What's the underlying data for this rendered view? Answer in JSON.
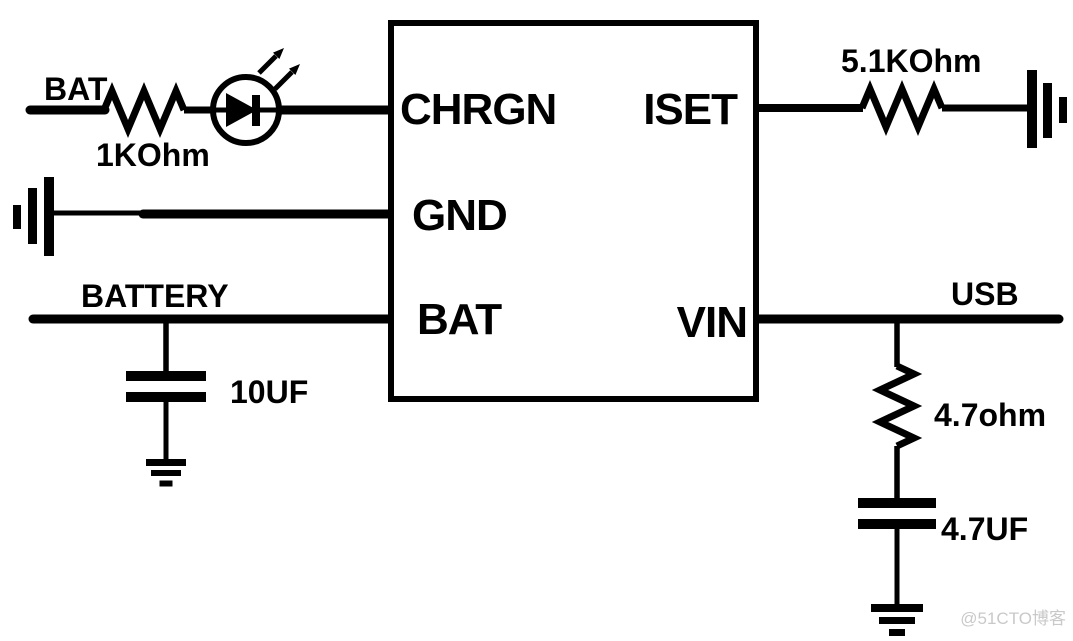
{
  "page": {
    "background": "#ffffff",
    "ink": "#000000"
  },
  "watermark": {
    "text": "@51CTO博客",
    "color": "#c9c9c9"
  },
  "ic": {
    "pins": {
      "chrgn": "CHRGN",
      "gnd": "GND",
      "bat": "BAT",
      "iset": "ISET",
      "vin": "VIN"
    }
  },
  "nets": {
    "bat": "BAT",
    "battery": "BATTERY",
    "usb": "USB"
  },
  "components": {
    "r1": {
      "type": "resistor",
      "value": "1KOhm"
    },
    "led1": {
      "type": "led-indicator"
    },
    "c1": {
      "type": "capacitor",
      "value": "10UF"
    },
    "r2": {
      "type": "resistor",
      "value": "5.1KOhm"
    },
    "r3": {
      "type": "resistor",
      "value": "4.7ohm"
    },
    "c2": {
      "type": "capacitor",
      "value": "4.7UF"
    }
  }
}
